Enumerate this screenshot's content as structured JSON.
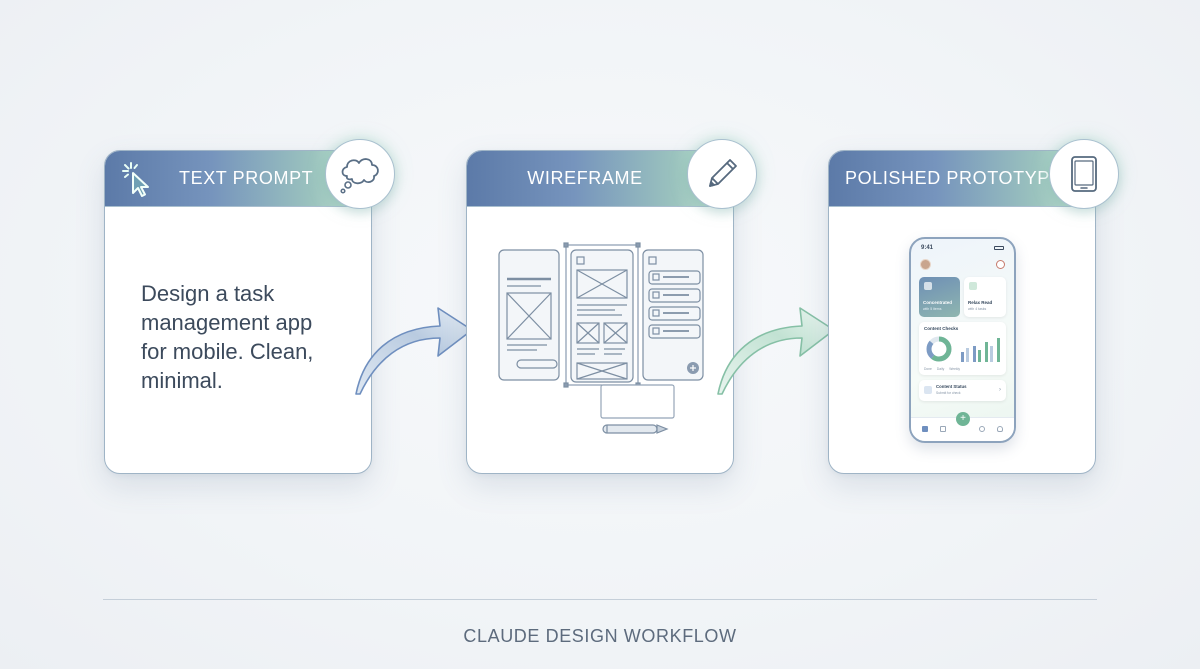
{
  "steps": [
    {
      "title": "TEXT PROMPT",
      "icon": "thought-bubble-icon"
    },
    {
      "title": "WIREFRAME",
      "icon": "pencil-icon"
    },
    {
      "title": "POLISHED PROTOTYPE",
      "icon": "tablet-icon"
    }
  ],
  "prompt": {
    "line1": "Design a task",
    "line2": "management app",
    "line3": "for mobile. Clean,",
    "line4": "minimal."
  },
  "phone": {
    "time": "9:41",
    "card1": "Concentrated",
    "card1_sub": "with 5 items",
    "card2": "Relax Read",
    "card2_sub": "with 4 tasks",
    "chart_title": "Content Checks",
    "legend": [
      "Done",
      "Daily",
      "Weekly"
    ],
    "list_title": "Content Status",
    "list_sub": "Submit for check"
  },
  "footer": "CLAUDE DESIGN WORKFLOW",
  "colors": {
    "header_start": "#5c7aa8",
    "header_end": "#c7e7d3",
    "accent_green": "#5fae8c",
    "accent_blue": "#6f8fbf"
  }
}
